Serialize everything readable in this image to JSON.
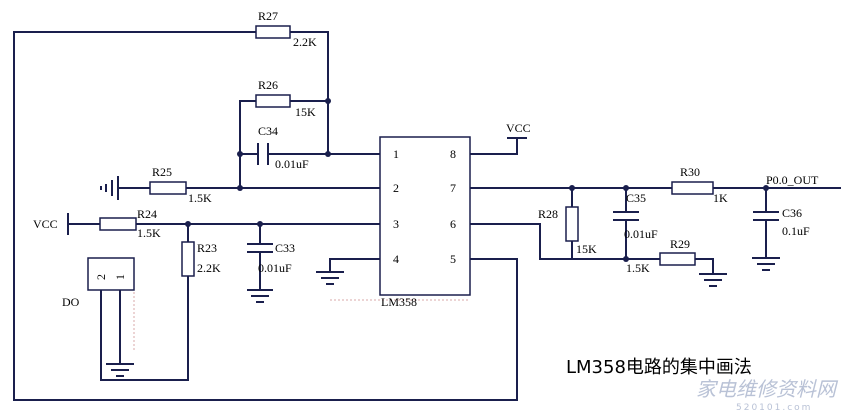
{
  "ic": {
    "name": "LM358",
    "pins_left": [
      "1",
      "2",
      "3",
      "4"
    ],
    "pins_right": [
      "8",
      "7",
      "6",
      "5"
    ]
  },
  "net_labels": {
    "vcc_top": "VCC",
    "vcc_left": "VCC",
    "output": "P0.0_OUT",
    "connector": "DO"
  },
  "connector_pins": [
    "2",
    "1"
  ],
  "components": {
    "r27": {
      "ref": "R27",
      "value": "2.2K"
    },
    "r26": {
      "ref": "R26",
      "value": "15K"
    },
    "c34": {
      "ref": "C34",
      "value": "0.01uF"
    },
    "r25": {
      "ref": "R25",
      "value": "1.5K"
    },
    "r24": {
      "ref": "R24",
      "value": "1.5K"
    },
    "r23": {
      "ref": "R23",
      "value": "2.2K"
    },
    "c33": {
      "ref": "C33",
      "value": "0.01uF"
    },
    "r28": {
      "ref": "R28",
      "value": "15K"
    },
    "c35": {
      "ref": "C35",
      "value": "0.01uF"
    },
    "r29": {
      "ref": "R29",
      "value": "1.5K"
    },
    "r30": {
      "ref": "R30",
      "value": "1K"
    },
    "c36": {
      "ref": "C36",
      "value": "0.1uF"
    }
  },
  "caption": "LM358电路的集中画法",
  "watermark": {
    "title": "家电维修资料网",
    "url": "520101.com"
  }
}
